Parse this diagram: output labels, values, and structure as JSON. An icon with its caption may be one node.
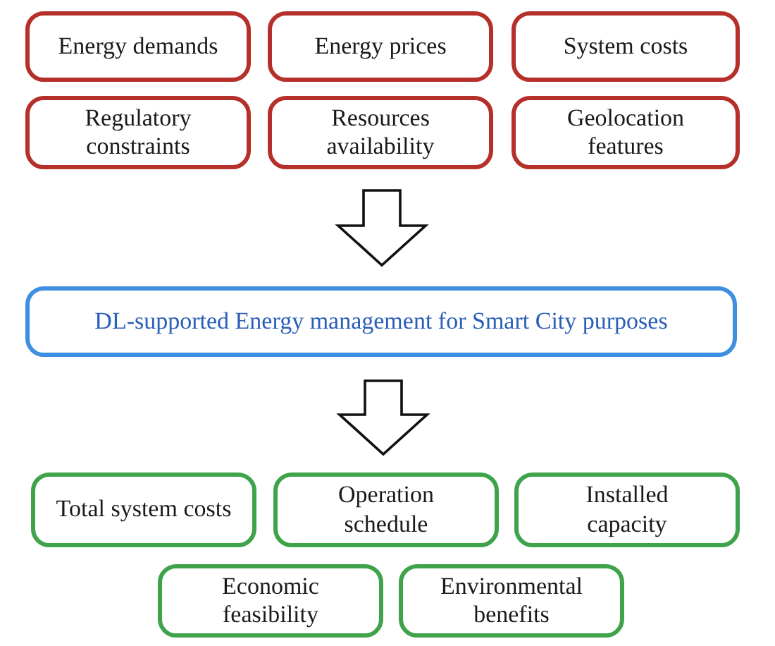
{
  "diagram": {
    "nodes": [
      {
        "text": [
          "Energy demands"
        ]
      },
      {
        "text": [
          "Energy prices"
        ]
      },
      {
        "text": [
          "System costs"
        ]
      },
      {
        "text": [
          "Regulatory constraints"
        ]
      },
      {
        "text": [
          "Resources availability"
        ]
      },
      {
        "text": [
          "Geolocation features"
        ]
      },
      {
        "text": [
          "DL-supported Energy management for Smart City purposes"
        ]
      },
      {
        "text": [
          "Total system costs"
        ]
      },
      {
        "text": [
          "Operation schedule"
        ]
      },
      {
        "text": [
          "Installed capacity"
        ]
      },
      {
        "text": [
          "Economic feasibility"
        ]
      },
      {
        "text": [
          "Environmental benefits"
        ]
      }
    ],
    "edges": [
      {
        "from": 4,
        "to": 6,
        "arrow": "to"
      },
      {
        "from": 6,
        "to": 8,
        "arrow": "to"
      }
    ]
  }
}
